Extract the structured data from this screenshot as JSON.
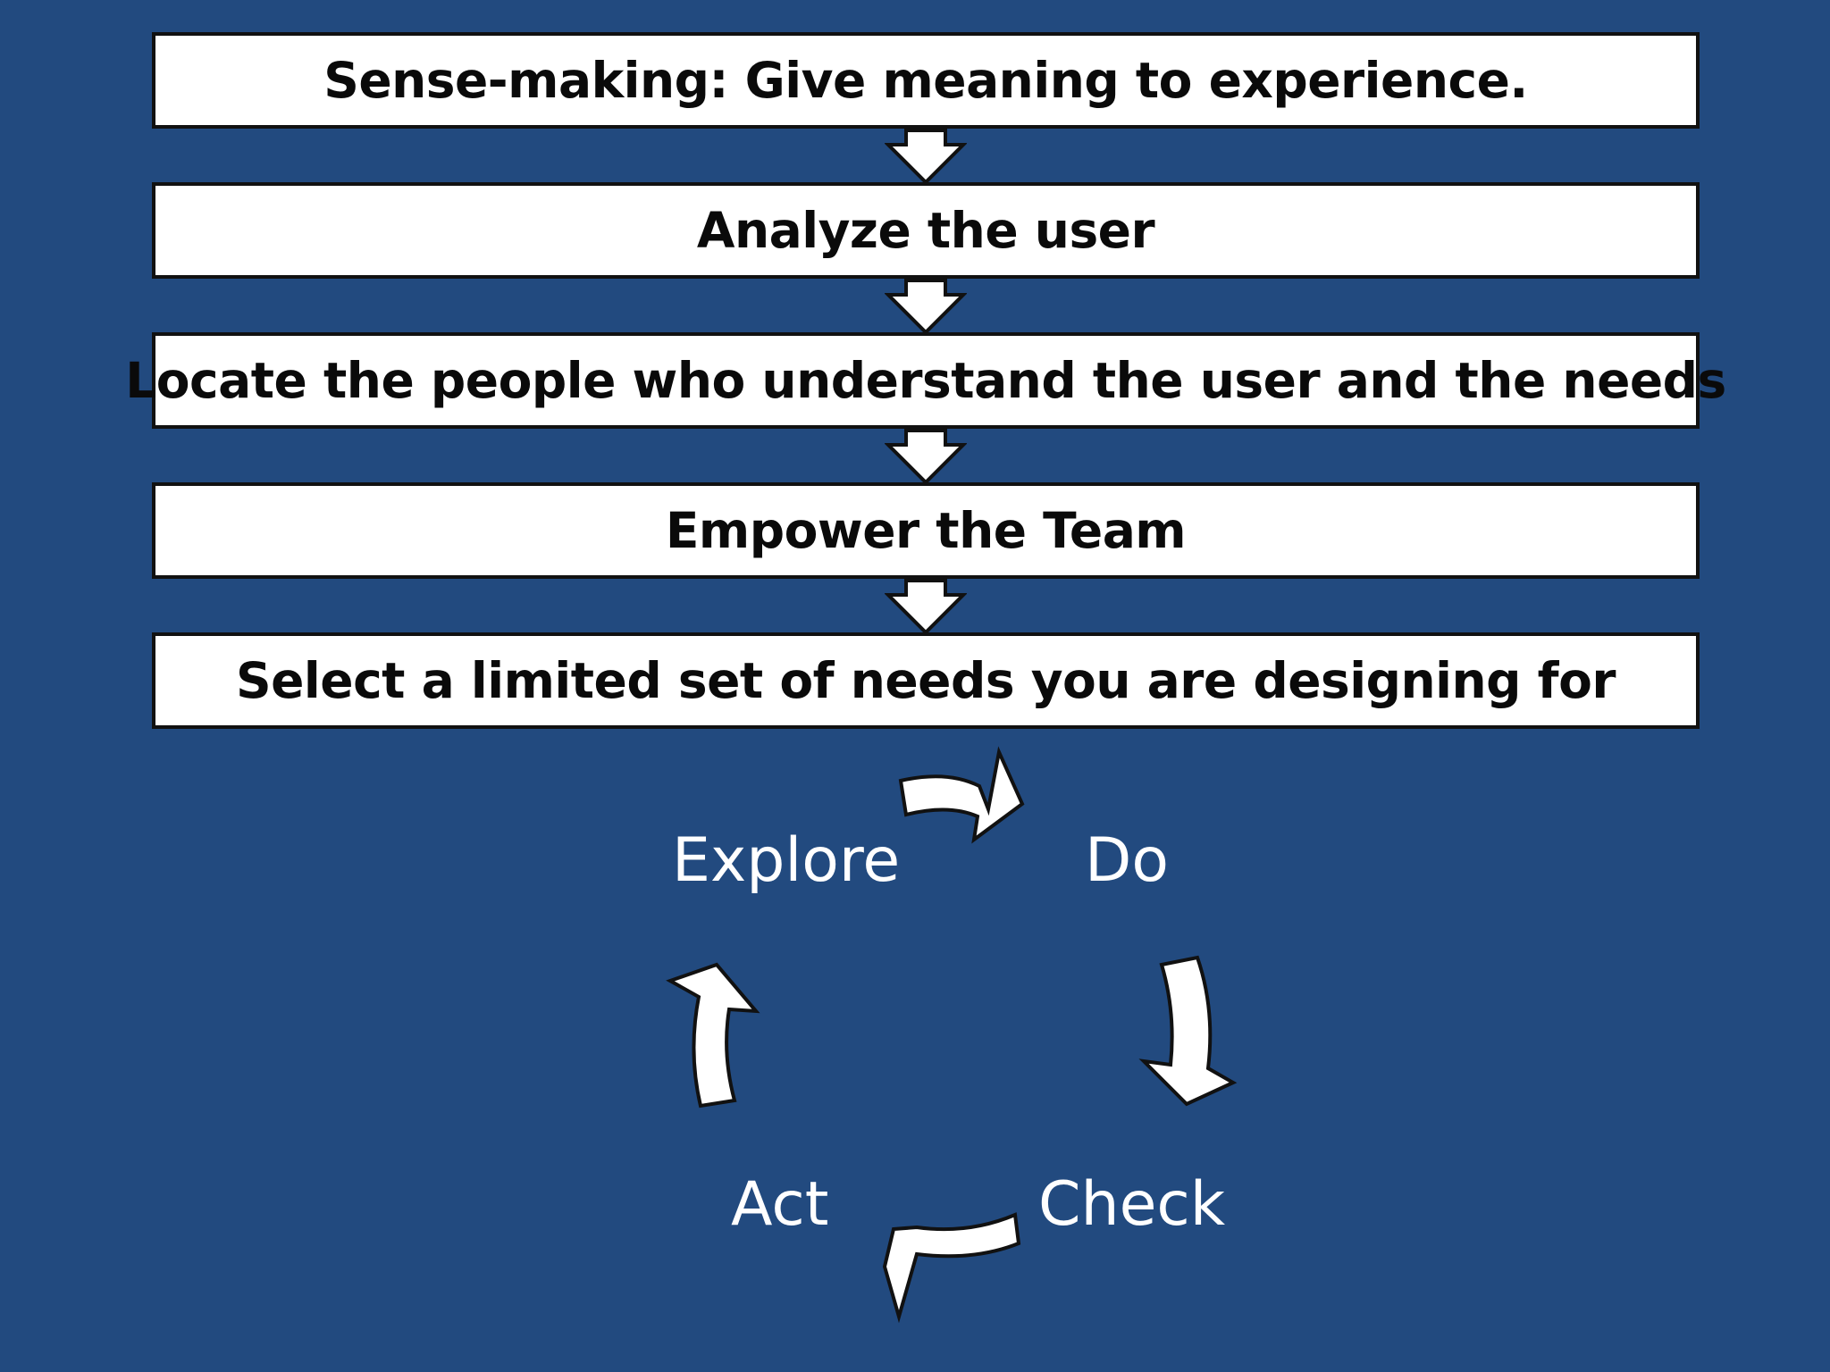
{
  "flow": {
    "steps": [
      {
        "label": "Sense-making: Give meaning to experience."
      },
      {
        "label": "Analyze the user"
      },
      {
        "label": "Locate the people who understand the user and the needs"
      },
      {
        "label": "Empower the Team"
      },
      {
        "label": "Select a limited set of needs you are designing for"
      }
    ]
  },
  "cycle": {
    "explore": "Explore",
    "do": "Do",
    "check": "Check",
    "act": "Act"
  },
  "colors": {
    "background": "#224a7f",
    "box_fill": "#ffffff",
    "outline": "#111111"
  }
}
